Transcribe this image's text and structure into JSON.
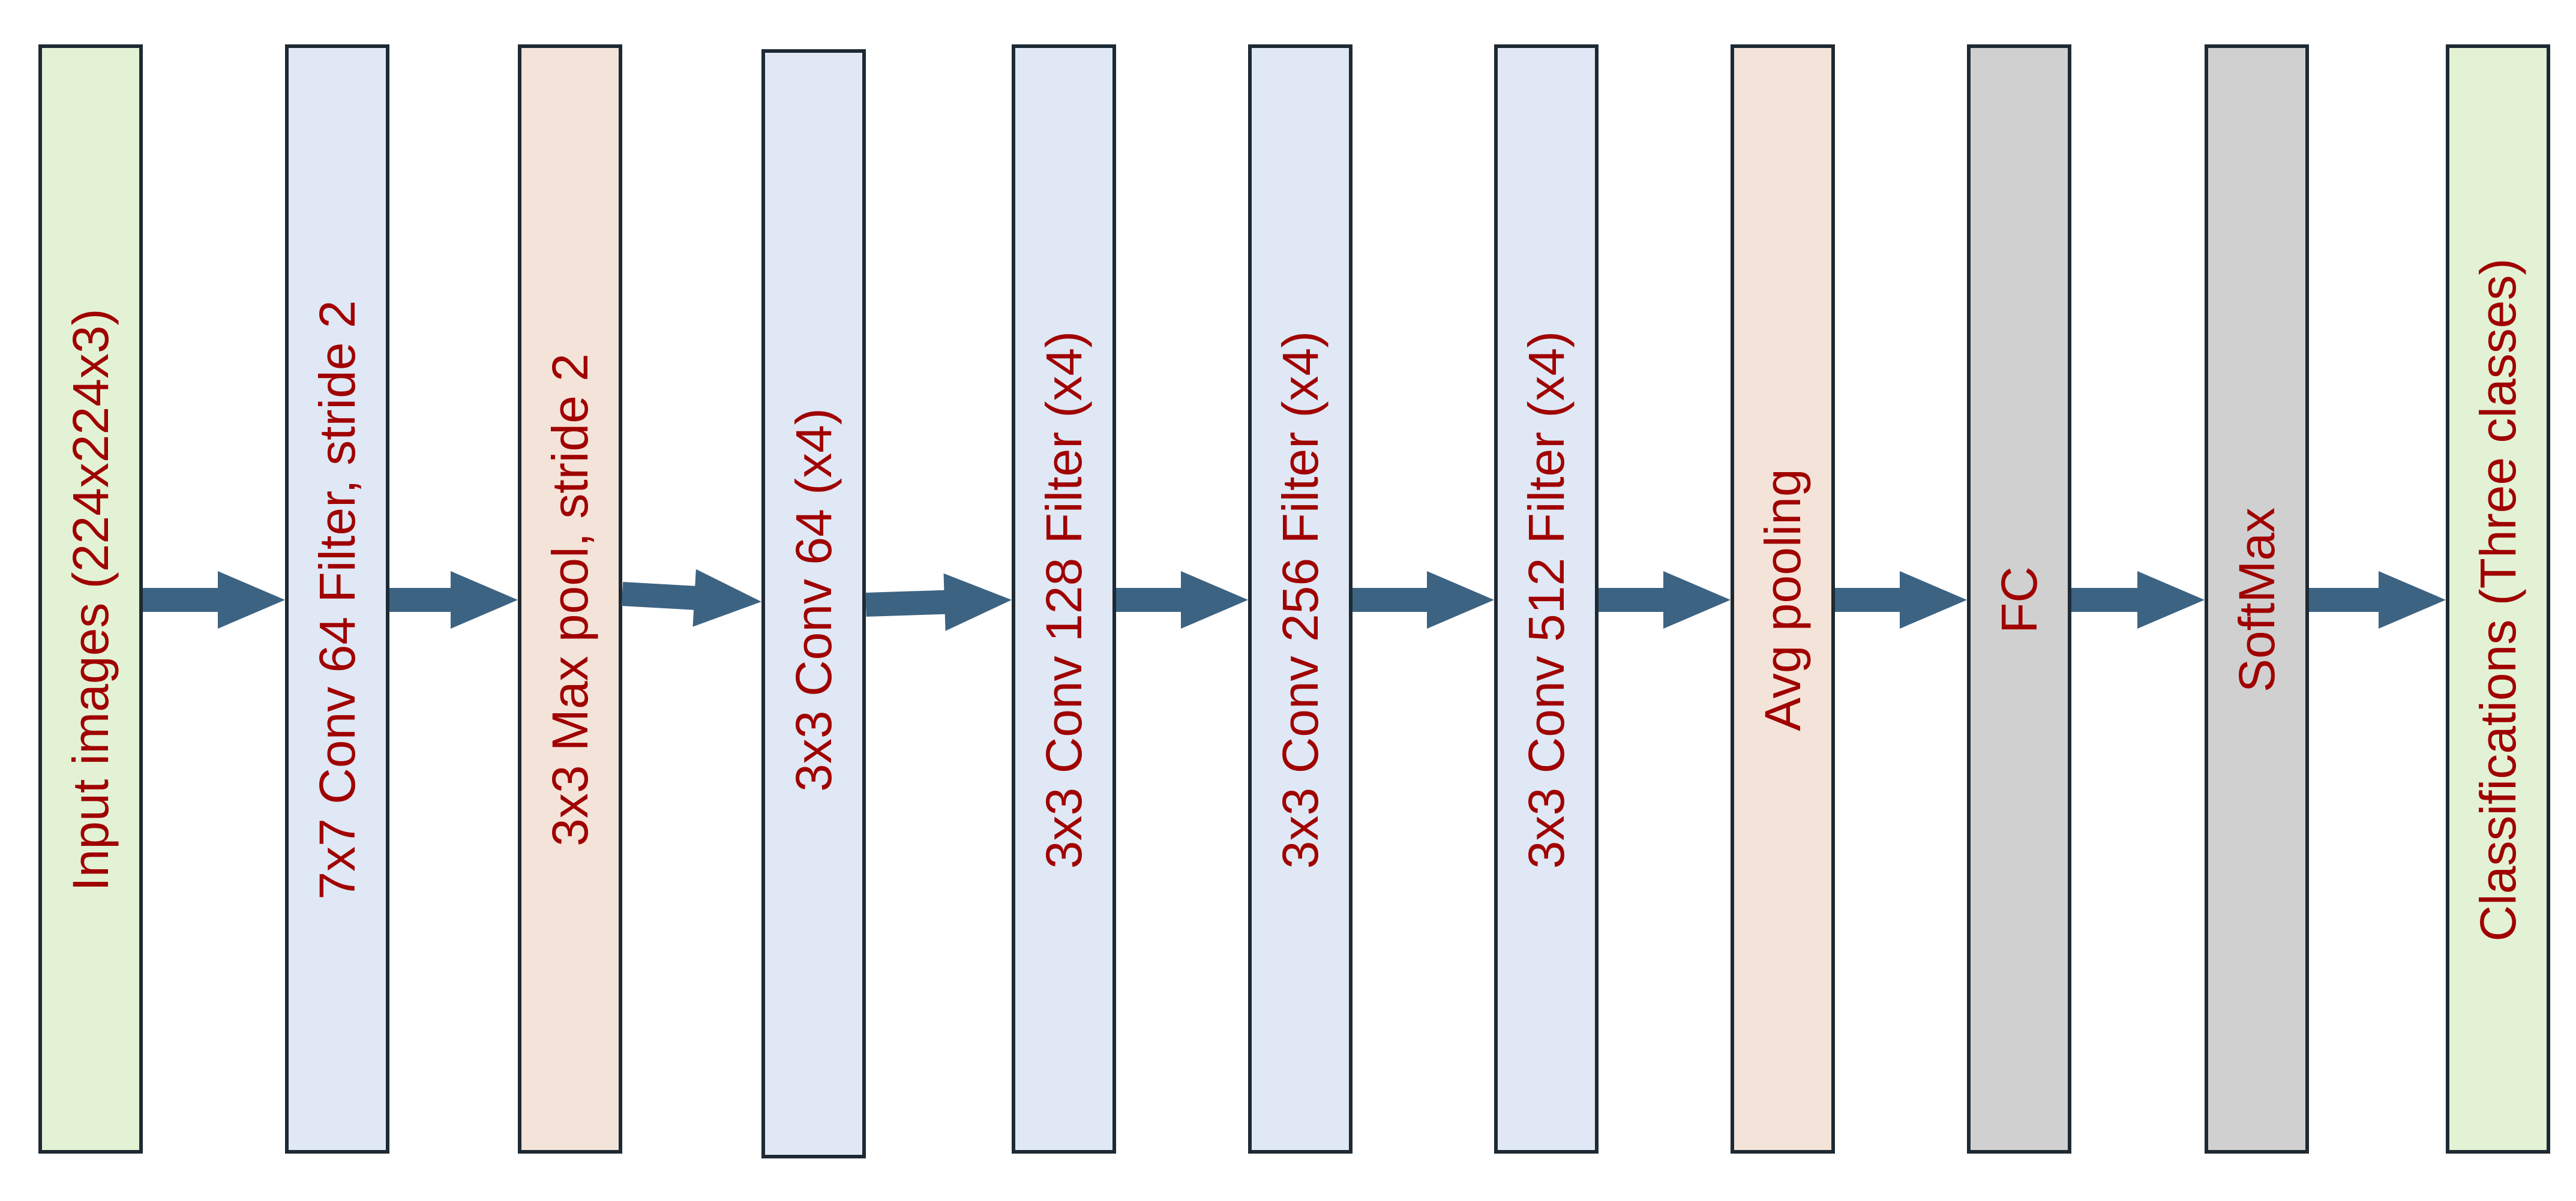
{
  "colors": {
    "label_text": "#a00000",
    "arrow": "#3d6382",
    "box_border": "#1e2a33",
    "input_output_fill": "#e3f2d4",
    "conv_fill": "#dfe8f4",
    "pool_fill": "#f4e3d8",
    "dense_fill": "#d0d0d0"
  },
  "layers": [
    {
      "id": "input",
      "label": "Input images (224x224x3)",
      "kind": "io"
    },
    {
      "id": "conv7x7",
      "label": "7x7 Conv 64 Filter, stride 2",
      "kind": "conv"
    },
    {
      "id": "maxpool",
      "label": "3x3 Max pool, stride 2",
      "kind": "pool"
    },
    {
      "id": "conv64",
      "label": "3x3 Conv 64  (x4)",
      "kind": "conv"
    },
    {
      "id": "conv128",
      "label": "3x3 Conv 128 Filter  (x4)",
      "kind": "conv"
    },
    {
      "id": "conv256",
      "label": "3x3 Conv 256 Filter  (x4)",
      "kind": "conv"
    },
    {
      "id": "conv512",
      "label": "3x3 Conv 512 Filter (x4)",
      "kind": "conv"
    },
    {
      "id": "avgpool",
      "label": "Avg pooling",
      "kind": "pool"
    },
    {
      "id": "fc",
      "label": "FC",
      "kind": "dense"
    },
    {
      "id": "softmax",
      "label": "SoftMax",
      "kind": "dense"
    },
    {
      "id": "output",
      "label": "Classifications (Three classes)",
      "kind": "io"
    }
  ]
}
